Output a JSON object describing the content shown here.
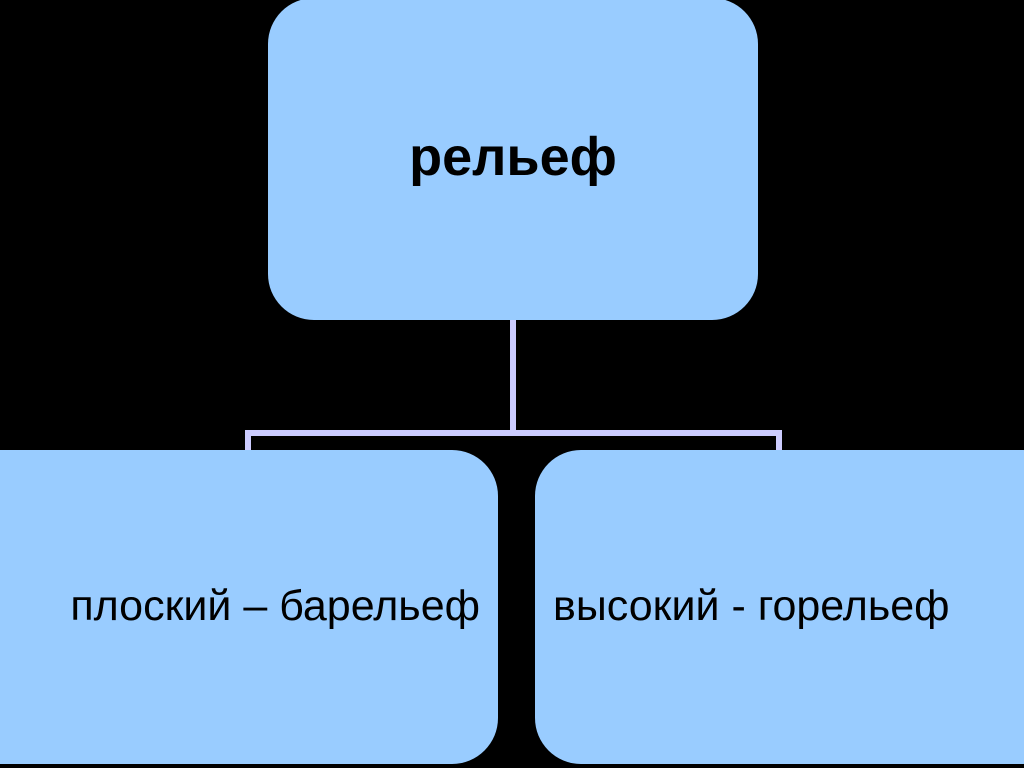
{
  "slide": {
    "background_color": "#000000",
    "node_fill_color": "#99CCFF",
    "connector_color": "#CCCCFF",
    "text_color": "#000000"
  },
  "diagram": {
    "type": "hierarchy",
    "root": {
      "id": "root",
      "label": "рельеф"
    },
    "children": [
      {
        "id": "bas-relief",
        "label": "плоский – барельеф"
      },
      {
        "id": "high-relief",
        "label": "высокий - горельеф"
      }
    ],
    "connectors": [
      {
        "id": "stem",
        "from": "root",
        "to": "bar"
      },
      {
        "id": "bar",
        "from": "stem",
        "to": "drops"
      },
      {
        "id": "drop-left",
        "from": "bar",
        "to": "bas-relief"
      },
      {
        "id": "drop-right",
        "from": "bar",
        "to": "high-relief"
      }
    ]
  }
}
